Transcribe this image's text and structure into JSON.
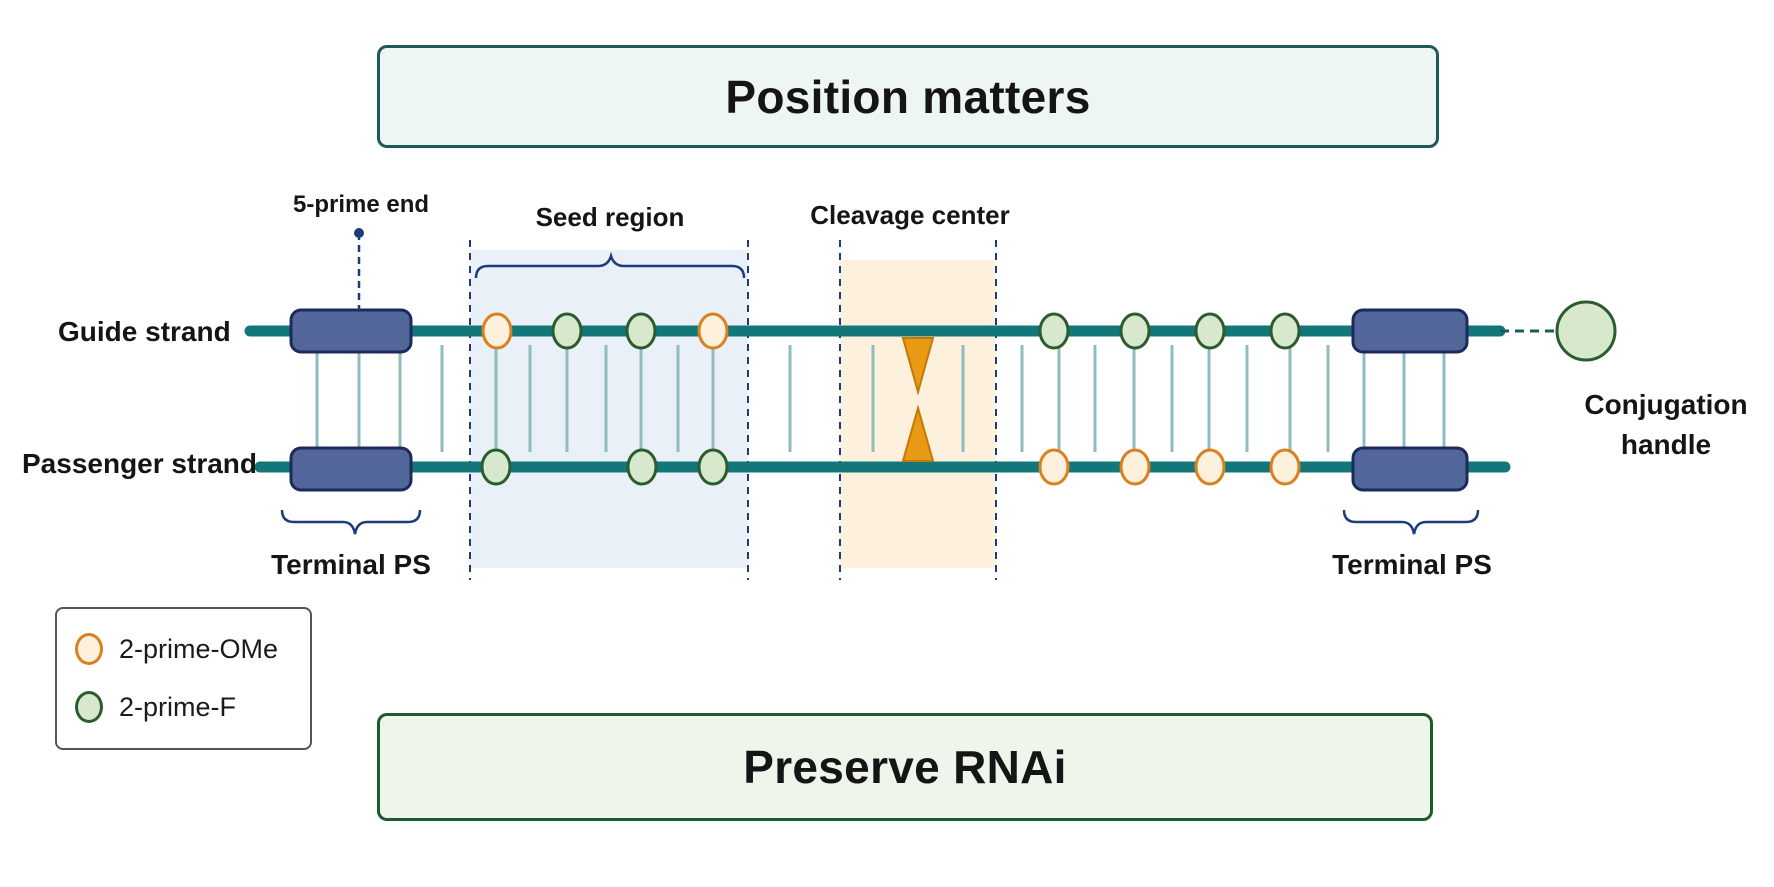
{
  "title": "Position matters",
  "footer": "Preserve RNAi",
  "labels": {
    "guide_strand": "Guide strand",
    "passenger_strand": "Passenger strand",
    "five_prime_end": "5-prime end",
    "seed_region": "Seed region",
    "cleavage_center": "Cleavage center",
    "terminal_ps_left": "Terminal PS",
    "terminal_ps_right": "Terminal PS",
    "conjugation_handle_line1": "Conjugation",
    "conjugation_handle_line2": "handle"
  },
  "legend": {
    "ome": "2-prime-OMe",
    "f": "2-prime-F"
  },
  "colors": {
    "strand": "#13777a",
    "terminal_block": "#52669a",
    "ome_fill": "#fdf0dc",
    "ome_stroke": "#d9801f",
    "f_fill": "#d7e8cd",
    "f_stroke": "#2b5c2e",
    "seed_shade": "#eaf0f8",
    "cleavage_shade": "#fdf0dc",
    "cleavage_marker": "#e99a14",
    "dashed_line": "#1e3b7a"
  }
}
